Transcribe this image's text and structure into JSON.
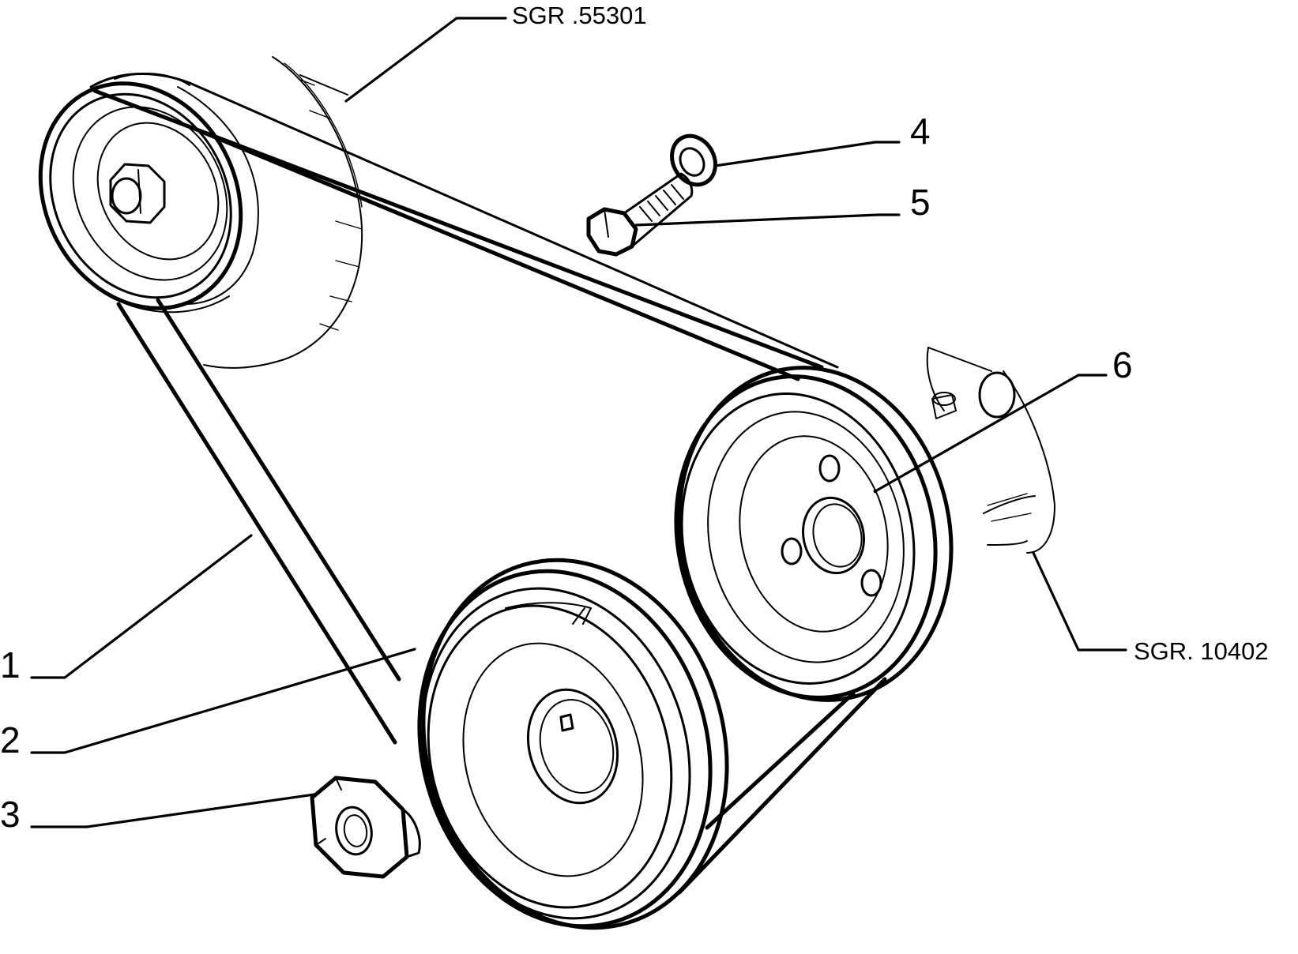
{
  "callouts": {
    "item_1": "1",
    "item_2": "2",
    "item_3": "3",
    "item_4": "4",
    "item_5": "5",
    "item_6": "6",
    "ref_top": "SGR .55301",
    "ref_right": "SGR. 10402"
  }
}
